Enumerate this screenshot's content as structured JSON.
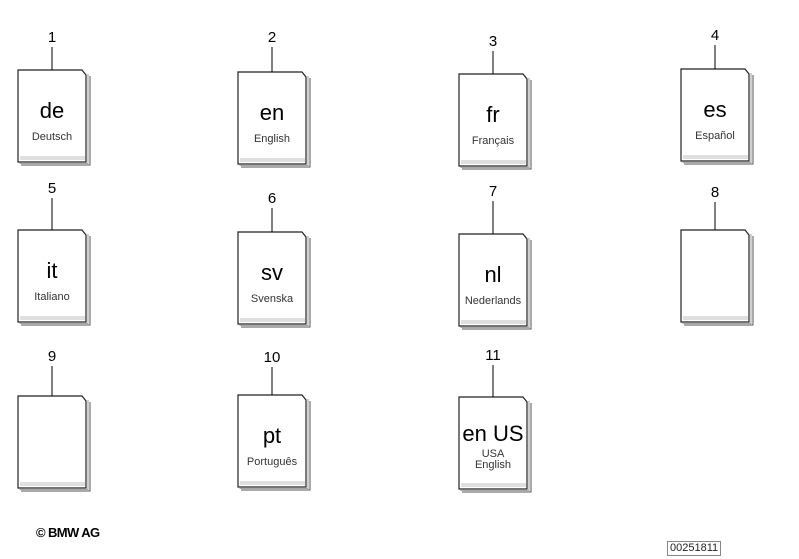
{
  "items": [
    {
      "number": "1",
      "code": "de",
      "lines": [
        "Deutsch"
      ]
    },
    {
      "number": "2",
      "code": "en",
      "lines": [
        "English"
      ]
    },
    {
      "number": "3",
      "code": "fr",
      "lines": [
        "Français"
      ]
    },
    {
      "number": "4",
      "code": "es",
      "lines": [
        "Español"
      ]
    },
    {
      "number": "5",
      "code": "it",
      "lines": [
        "Italiano"
      ]
    },
    {
      "number": "6",
      "code": "sv",
      "lines": [
        "Svenska"
      ]
    },
    {
      "number": "7",
      "code": "nl",
      "lines": [
        "Nederlands"
      ]
    },
    {
      "number": "8",
      "code": "",
      "lines": []
    },
    {
      "number": "9",
      "code": "",
      "lines": []
    },
    {
      "number": "10",
      "code": "pt",
      "lines": [
        "Português"
      ]
    },
    {
      "number": "11",
      "code": "en US",
      "lines": [
        "USA",
        "English"
      ]
    }
  ],
  "copyright": "© BMW AG",
  "document_id": "00251811"
}
